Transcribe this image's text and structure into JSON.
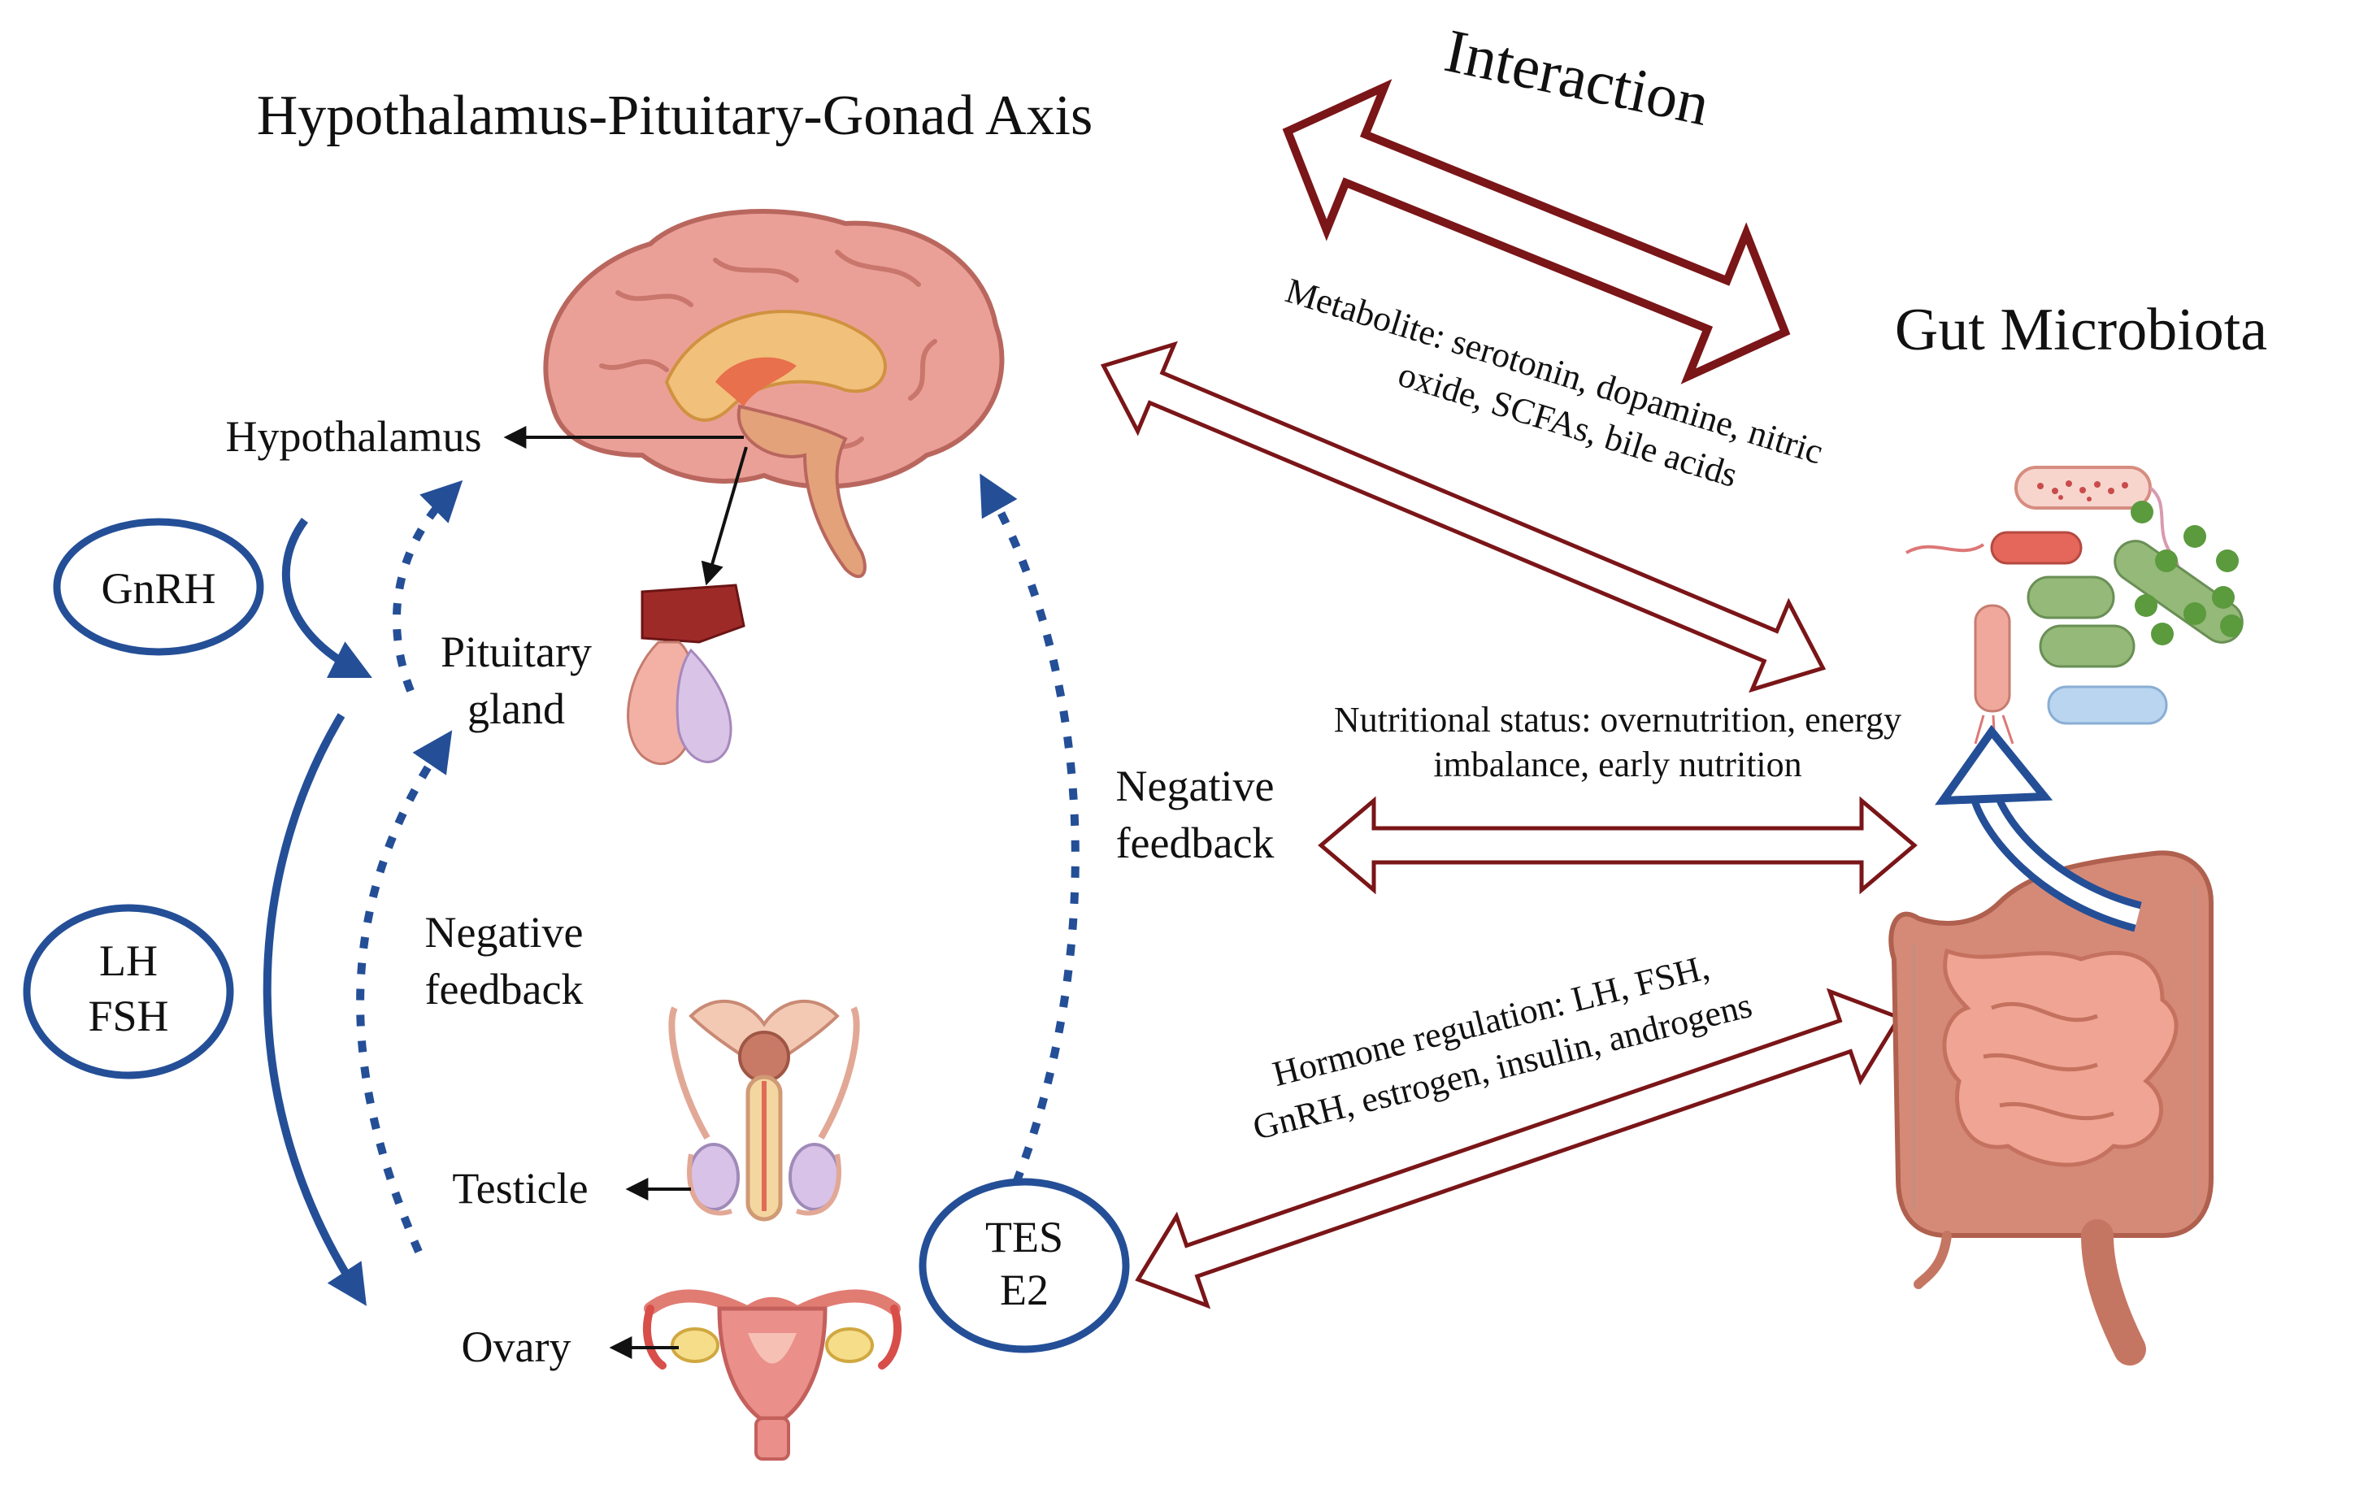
{
  "title": "Hypothalamus-Pituitary-Gonad Axis",
  "gut_title": "Gut Microbiota",
  "interaction_label": "Interaction",
  "colors": {
    "blue": "#244f97",
    "maroon": "#7a1518",
    "brain_pink": "#eba097",
    "gut": "#d98e78"
  },
  "left_axis": {
    "organs": [
      "Hypothalamus",
      "Pituitary",
      "gland",
      "Testicle",
      "Ovary"
    ],
    "feedback_label": [
      "Negative",
      "feedback"
    ],
    "hormones": {
      "gnrh": "GnRH",
      "lh_fsh": [
        "LH",
        "FSH"
      ],
      "tes_e2": [
        "TES",
        "E2"
      ]
    }
  },
  "middle": {
    "feedback_label": [
      "Negative",
      "feedback"
    ]
  },
  "links": {
    "metabolite": [
      "Metabolite: serotonin,  dopamine, nitric",
      "oxide, SCFAs, bile acids"
    ],
    "nutrition": [
      "Nutritional status: overnutrition, energy",
      "imbalance, early nutrition"
    ],
    "hormone": [
      "Hormone regulation: LH, FSH,",
      "GnRH, estrogen, insulin, androgens"
    ]
  },
  "icons": {
    "brain": "brain-icon",
    "pituitary": "pituitary-gland-icon",
    "male": "male-reproductive-icon",
    "female": "female-reproductive-icon",
    "bacteria": "bacteria-cluster-icon",
    "intestine": "intestine-icon"
  }
}
